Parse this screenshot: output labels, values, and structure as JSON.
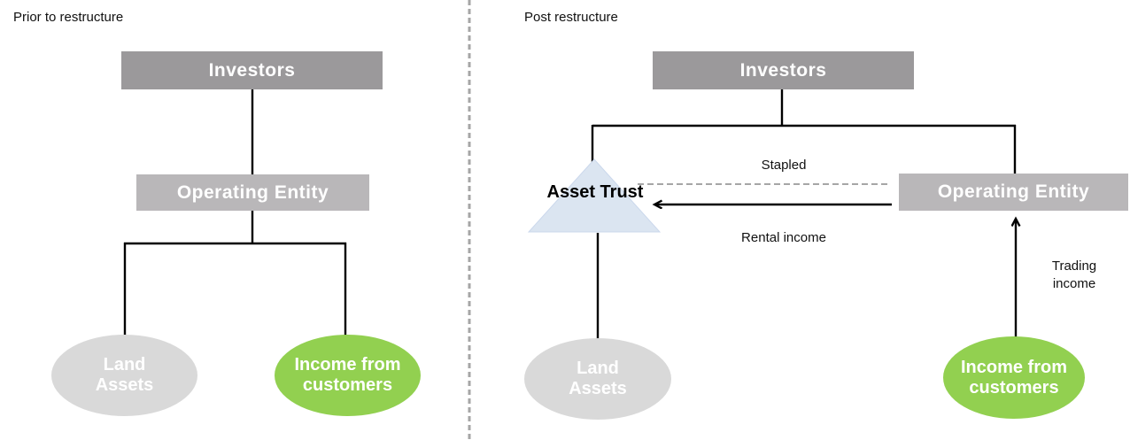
{
  "left_panel": {
    "title": "Prior to restructure",
    "investors_label": "Investors",
    "operating_entity_label": "Operating Entity",
    "land_assets_label": "Land Assets",
    "income_customers_label": "Income from customers"
  },
  "right_panel": {
    "title": "Post restructure",
    "investors_label": "Investors",
    "asset_trust_label": "Asset Trust",
    "operating_entity_label": "Operating Entity",
    "stapled_label": "Stapled",
    "rental_income_label": "Rental income",
    "trading_income_label": "Trading income",
    "land_assets_label": "Land Assets",
    "income_customers_label": "Income from customers"
  },
  "colors": {
    "investors_box": "#9b999b",
    "operating_entity_box": "#b9b7b9",
    "land_assets_ellipse": "#d9d9d9",
    "income_customers_ellipse": "#92d050",
    "asset_trust_triangle": "#dbe5f1",
    "connector_line": "#000000",
    "dashed_line": "#a6a6a6",
    "node_text": "#ffffff",
    "label_text": "#111111"
  }
}
